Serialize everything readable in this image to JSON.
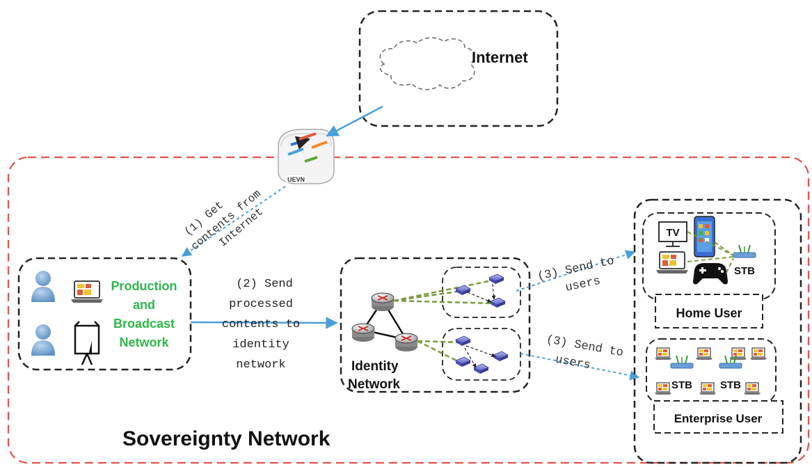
{
  "internet": {
    "label": "Internet"
  },
  "uevn": {
    "label": "UEVN"
  },
  "sovereignty": {
    "label": "Sovereignty Network"
  },
  "production": {
    "line1": "Production",
    "line2": "and",
    "line3": "Broadcast",
    "line4": "Network"
  },
  "identity": {
    "line1": "Identity",
    "line2": "Network"
  },
  "home": {
    "label": "Home User",
    "tv": "TV",
    "stb": "STB"
  },
  "enterprise": {
    "label": "Enterprise User",
    "stb1": "STB",
    "stb2": "STB"
  },
  "steps": {
    "s1": {
      "line1": "(1) Get",
      "line2": "contents from",
      "line3": "Internet"
    },
    "s2": {
      "line1": "(2) Send",
      "line2": "processed",
      "line3": "contents to",
      "line4": "identity",
      "line5": "network"
    },
    "s3a": {
      "line1": "(3) Send to",
      "line2": "users"
    },
    "s3b": {
      "line1": "(3) Send to",
      "line2": "users"
    }
  },
  "colors": {
    "border_red": "#e0524a",
    "arrow_blue": "#4a9fd8",
    "label_green": "#2db84a",
    "dash_green": "#7a9a3a"
  }
}
